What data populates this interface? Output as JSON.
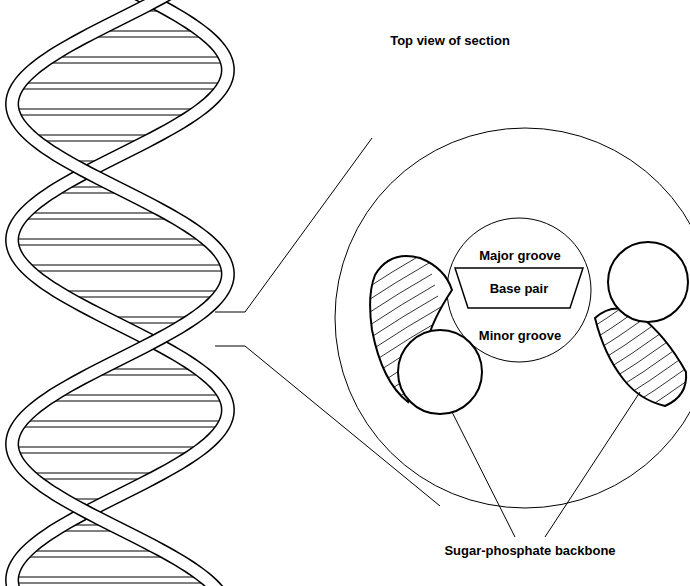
{
  "diagram": {
    "nodes": [
      {
        "text": [
          "Base pair"
        ]
      }
    ],
    "labels": [
      "Top view of section",
      "Major groove",
      "Minor groove",
      "Sugar-phosphate backbone"
    ]
  }
}
